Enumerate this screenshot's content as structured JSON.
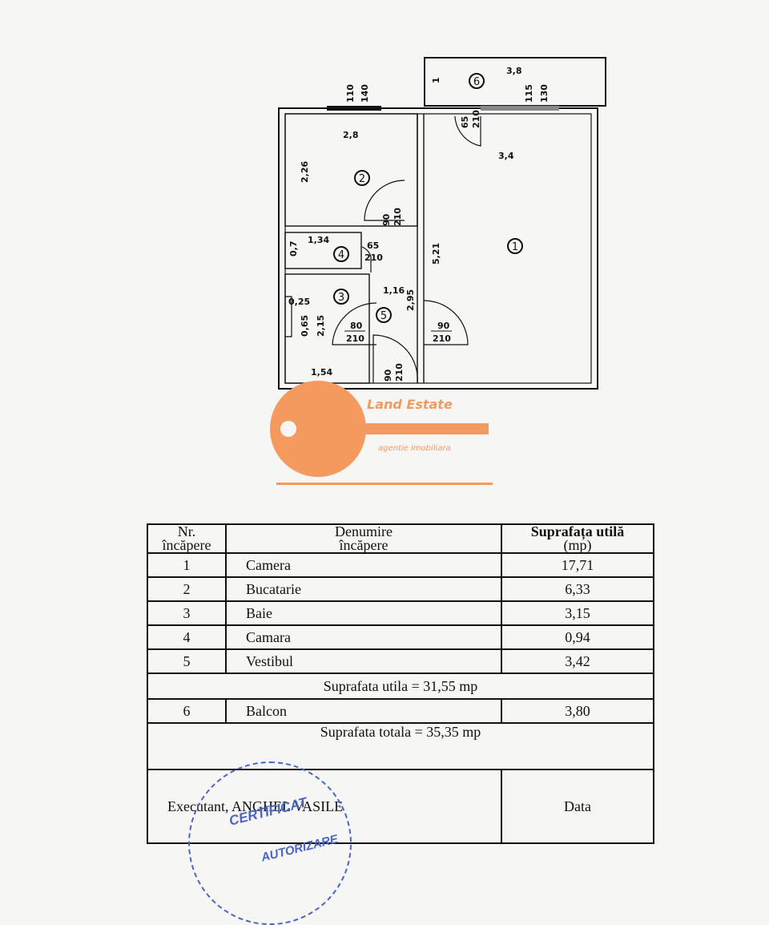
{
  "plan": {
    "dims": {
      "balcony_length": "3,8",
      "balcony_depth": "1",
      "balcony_window_a": "115",
      "balcony_window_b": "130",
      "kitchen_window_a": "110",
      "kitchen_window_b": "140",
      "balcony_door_a": "65",
      "balcony_door_b": "210",
      "kitchen_width": "2,8",
      "kitchen_depth": "2,26",
      "room_width": "3,4",
      "room_length": "5,21",
      "kitchen_door_a": "90",
      "kitchen_door_b": "210",
      "pantry_width": "1,34",
      "pantry_depth": "0,7",
      "pantry_door_a": "65",
      "pantry_door_b": "210",
      "hall_width": "1,16",
      "hall_length": "2,95",
      "bath_a": "0,25",
      "bath_b": "0,65",
      "bath_depth": "2,15",
      "bath_width": "1,54",
      "bath_door_a": "80",
      "bath_door_b": "210",
      "room_door_a": "90",
      "room_door_b": "210",
      "entry_door_a": "90",
      "entry_door_b": "210"
    },
    "room_numbers": [
      "1",
      "2",
      "3",
      "4",
      "5",
      "6"
    ]
  },
  "watermark": {
    "brand": "Land Estate",
    "tagline": "agentie imobiliara",
    "brand_color": "#f59a5e"
  },
  "table": {
    "headers": {
      "nr_line1": "Nr.",
      "nr_line2": "încăpere",
      "name_line1": "Denumire",
      "name_line2": "încăpere",
      "area_line1": "Suprafața utilă",
      "area_line2": "(mp)"
    },
    "rows": [
      {
        "nr": "1",
        "name": "Camera",
        "area": "17,71"
      },
      {
        "nr": "2",
        "name": "Bucatarie",
        "area": "6,33"
      },
      {
        "nr": "3",
        "name": "Baie",
        "area": "3,15"
      },
      {
        "nr": "4",
        "name": "Camara",
        "area": "0,94"
      },
      {
        "nr": "5",
        "name": "Vestibul",
        "area": "3,42"
      }
    ],
    "useful_total": "Suprafata utila = 31,55 mp",
    "balcony_row": {
      "nr": "6",
      "name": "Balcon",
      "area": "3,80"
    },
    "grand_total": "Suprafata totala = 35,35 mp",
    "executant": "Executant, ANGHEL VASILE",
    "date_label": "Data"
  },
  "stamp": {
    "line1": "CERTIFICAT",
    "line2": "AUTORIZARE",
    "color": "#4a64c8"
  }
}
